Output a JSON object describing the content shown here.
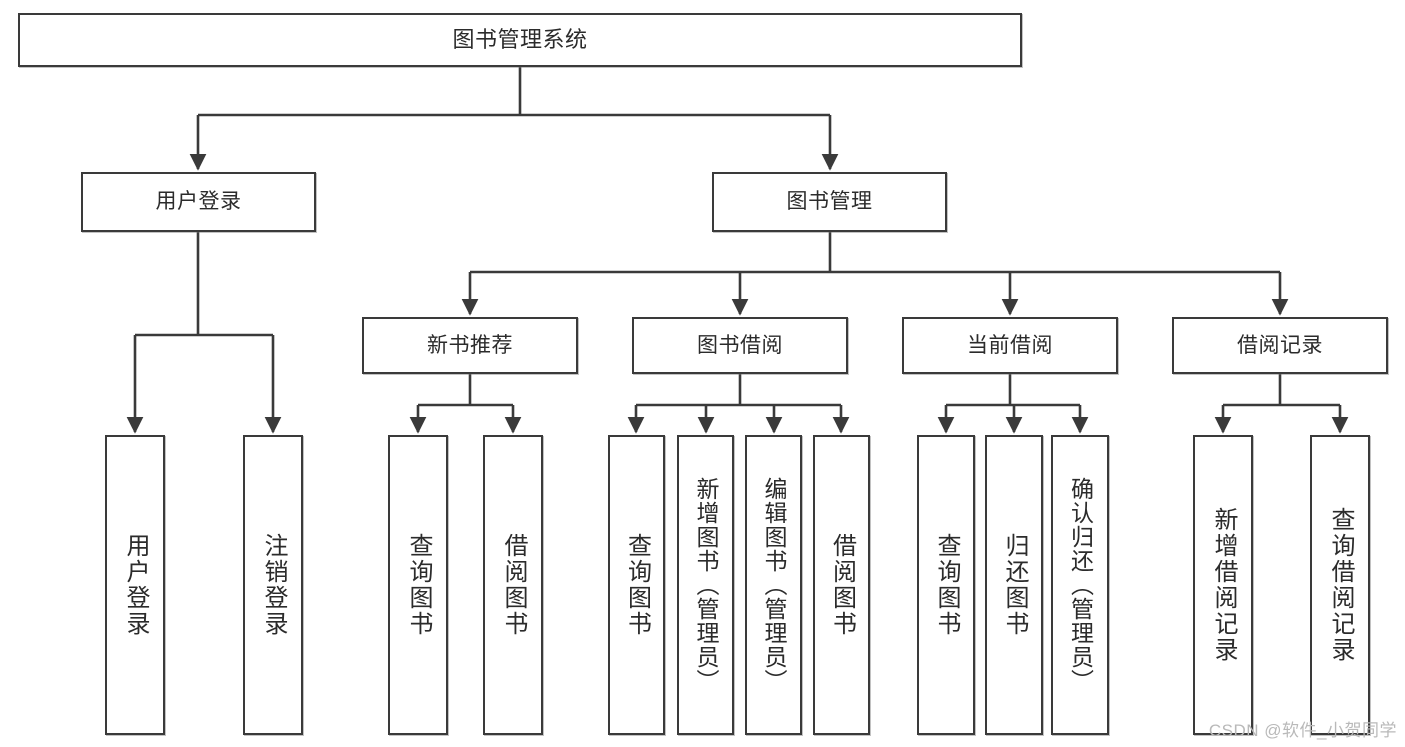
{
  "diagram": {
    "type": "tree-hierarchy-chart",
    "title": "图书管理系统",
    "orientation": "top-down",
    "colors": {
      "box_border": "#3a3a3a",
      "box_fill": "#ffffff",
      "connector": "#3a3a3a",
      "text": "#2b2b2b",
      "watermark": "#b9b9b9",
      "background": "#ffffff"
    }
  },
  "nodes": {
    "root": {
      "label": "图书管理系统"
    },
    "level2": [
      {
        "id": "user-login",
        "label": "用户登录"
      },
      {
        "id": "book-management",
        "label": "图书管理"
      }
    ],
    "level3": [
      {
        "id": "new-book-recommend",
        "label": "新书推荐"
      },
      {
        "id": "book-borrow",
        "label": "图书借阅"
      },
      {
        "id": "current-borrow",
        "label": "当前借阅"
      },
      {
        "id": "borrow-record",
        "label": "借阅记录"
      }
    ],
    "leaves": {
      "user-login": [
        {
          "id": "leaf-user-login",
          "label": "用户登录"
        },
        {
          "id": "leaf-logout-login",
          "label": "注销登录"
        }
      ],
      "new-book-recommend": [
        {
          "id": "leaf-query-book-1",
          "label": "查询图书"
        },
        {
          "id": "leaf-borrow-book-1",
          "label": "借阅图书"
        }
      ],
      "book-borrow": [
        {
          "id": "leaf-query-book-2",
          "label": "查询图书"
        },
        {
          "id": "leaf-add-book",
          "label": "新增图书（管理员）"
        },
        {
          "id": "leaf-edit-book",
          "label": "编辑图书（管理员）"
        },
        {
          "id": "leaf-borrow-book-2",
          "label": "借阅图书"
        }
      ],
      "current-borrow": [
        {
          "id": "leaf-query-book-3",
          "label": "查询图书"
        },
        {
          "id": "leaf-return-book",
          "label": "归还图书"
        },
        {
          "id": "leaf-confirm-return",
          "label": "确认归还（管理员）"
        }
      ],
      "borrow-record": [
        {
          "id": "leaf-add-record",
          "label": "新增借阅记录"
        },
        {
          "id": "leaf-query-record",
          "label": "查询借阅记录"
        }
      ]
    }
  },
  "watermark": {
    "text": "CSDN @软件_小贺同学"
  }
}
